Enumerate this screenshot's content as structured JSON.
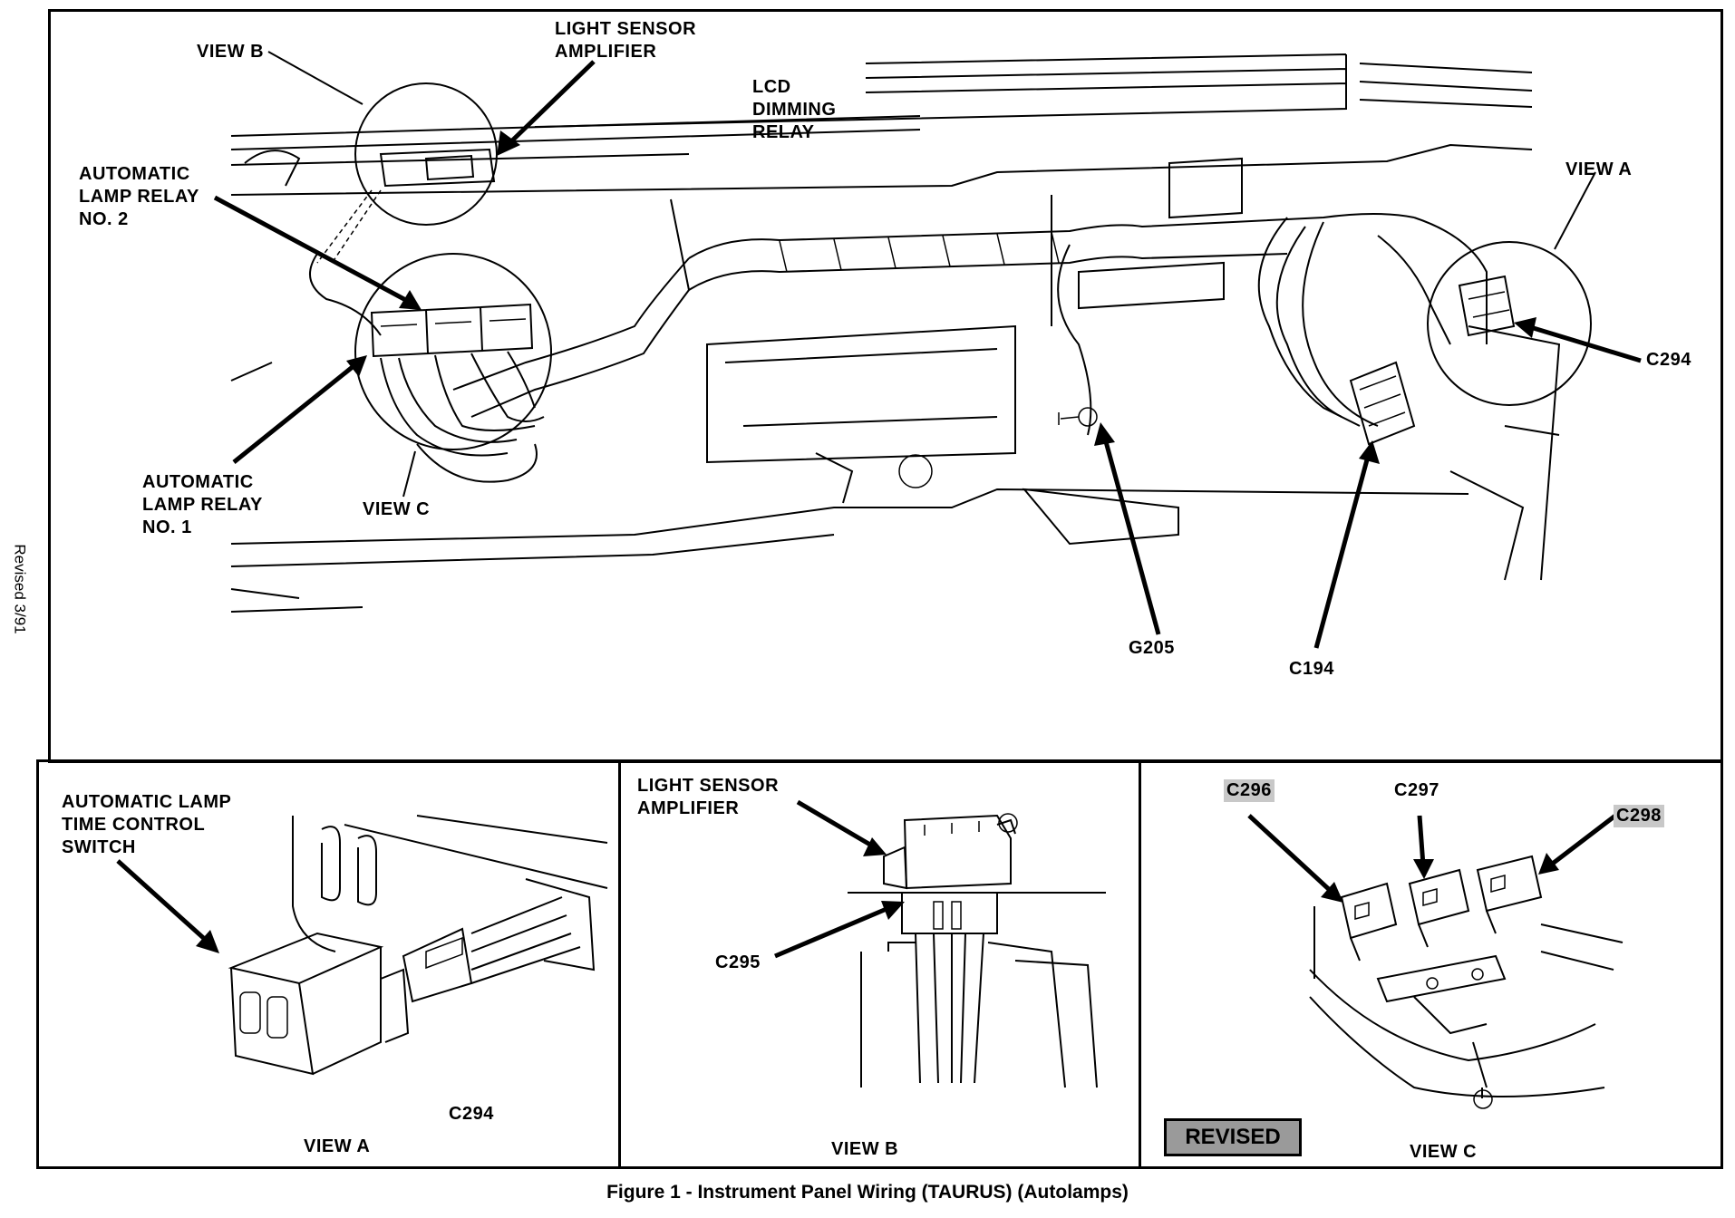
{
  "side_note": "Revised 3/91",
  "caption": "Figure 1 - Instrument Panel Wiring (TAURUS) (Autolamps)",
  "main": {
    "labels": {
      "view_b": "VIEW B",
      "light_sensor_amplifier": "LIGHT SENSOR\nAMPLIFIER",
      "lcd_dimming_relay": "LCD\nDIMMING\nRELAY",
      "automatic_lamp_relay_2": "AUTOMATIC\nLAMP RELAY\nNO. 2",
      "automatic_lamp_relay_1": "AUTOMATIC\nLAMP RELAY\nNO. 1",
      "view_c": "VIEW C",
      "view_a": "VIEW A",
      "c294": "C294",
      "g205": "G205",
      "c194": "C194"
    }
  },
  "panel_a": {
    "label": "AUTOMATIC LAMP\nTIME CONTROL\nSWITCH",
    "connector": "C294",
    "title": "VIEW A"
  },
  "panel_b": {
    "label": "LIGHT SENSOR\nAMPLIFIER",
    "connector": "C295",
    "title": "VIEW B"
  },
  "panel_c": {
    "c296": "C296",
    "c297": "C297",
    "c298": "C298",
    "badge": "REVISED",
    "title": "VIEW C"
  }
}
